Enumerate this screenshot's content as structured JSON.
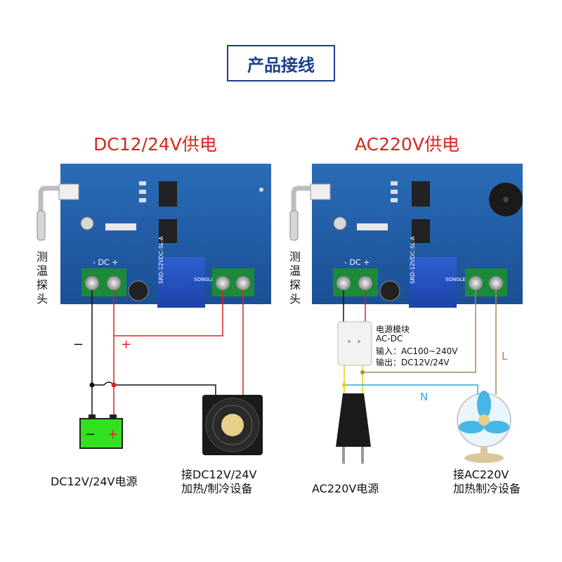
{
  "title": "产品接线",
  "left": {
    "heading": "DC12/24V供电",
    "probe_label": "测温探头",
    "minus": "−",
    "plus": "+",
    "dc_label": "- DC +",
    "supply_label": "DC12V/24V电源",
    "battery_minus": "−",
    "battery_plus": "+",
    "device_line1": "接DC12V/24V",
    "device_line2": "加热/制冷设备"
  },
  "right": {
    "heading": "AC220V供电",
    "probe_label": "测温探头",
    "dc_label": "- DC +",
    "module_title": "电源模块",
    "module_type": "AC-DC",
    "module_input": "输入：AC100~240V",
    "module_output": "输出：DC12V/24V",
    "L_label": "L",
    "N_label": "N",
    "supply_label": "AC220V电源",
    "device_line1": "接AC220V",
    "device_line2": "加热制冷设备"
  },
  "board": {
    "relay_model": "SRD-12VDC-SL-A",
    "relay_brand": "SONGLE"
  },
  "colors": {
    "board": "#1f5fa8",
    "red_wire": "#e21f1f",
    "black_wire": "#111111",
    "yellow_wire": "#e6d000",
    "brown_wire": "#a8885a",
    "blue_wire": "#28a8e0",
    "title": "#1b3f8f",
    "heading": "#d8261f"
  }
}
